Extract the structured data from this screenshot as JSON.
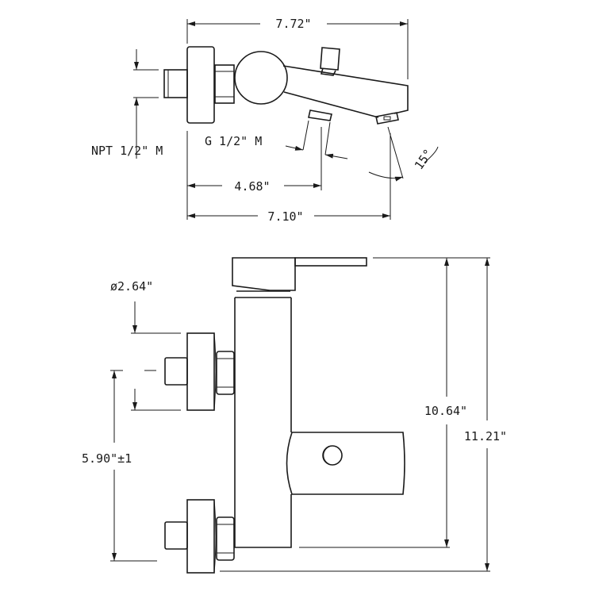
{
  "title": "Wall-mount bath mixer dimensional drawing",
  "top_view": {
    "overall_length": "7.72\"",
    "inlet_thread": "NPT 1/2\" M",
    "outlet_thread": "G 1/2\" M",
    "outlet_offset": "4.68\"",
    "spout_reach": "7.10\"",
    "spout_angle": "15°"
  },
  "front_view": {
    "flange_diameter": "ø2.64\"",
    "inlet_spacing": "5.90\"±1",
    "body_height": "10.64\"",
    "overall_height": "11.21\""
  },
  "colors": {
    "line": "#1a1a1a",
    "background": "#ffffff"
  }
}
